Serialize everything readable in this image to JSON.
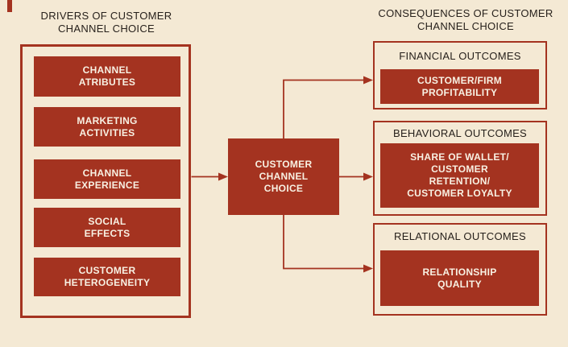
{
  "colors": {
    "background": "#F4E9D4",
    "accent": "#A43320",
    "heading_text": "#27211C",
    "box_text": "#F8F1E3"
  },
  "left_section": {
    "title": "DRIVERS OF CUSTOMER\nCHANNEL CHOICE",
    "drivers": [
      {
        "label": "CHANNEL\nATRIBUTES"
      },
      {
        "label": "MARKETING\nACTIVITIES"
      },
      {
        "label": "CHANNEL\nEXPERIENCE"
      },
      {
        "label": "SOCIAL\nEFFECTS"
      },
      {
        "label": "CUSTOMER\nHETEROGENEITY"
      }
    ]
  },
  "center": {
    "label": "CUSTOMER\nCHANNEL\nCHOICE"
  },
  "right_section": {
    "title": "CONSEQUENCES OF CUSTOMER\nCHANNEL CHOICE",
    "outcomes": [
      {
        "heading": "FINANCIAL OUTCOMES",
        "label": "CUSTOMER/FIRM\nPROFITABILITY"
      },
      {
        "heading": "BEHAVIORAL OUTCOMES",
        "label": "SHARE OF WALLET/\nCUSTOMER\nRETENTION/\nCUSTOMER LOYALTY"
      },
      {
        "heading": "RELATIONAL OUTCOMES",
        "label": "RELATIONSHIP\nQUALITY"
      }
    ]
  }
}
